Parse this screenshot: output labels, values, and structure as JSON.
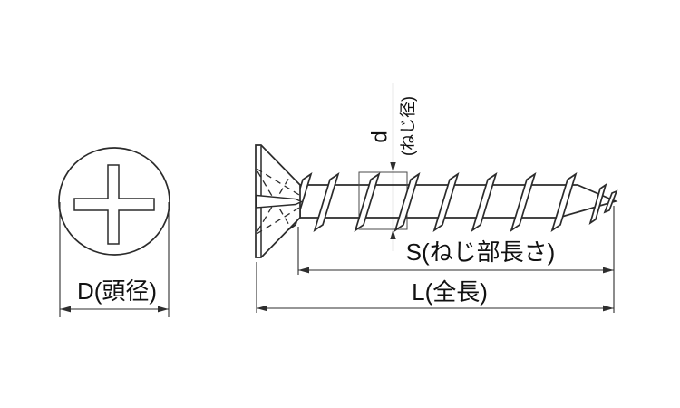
{
  "colors": {
    "line": "#2b2b2b",
    "text": "#111111",
    "background": "#ffffff"
  },
  "front_view": {
    "head_diameter_label": "D(頭径)"
  },
  "side_view": {
    "thread_diameter_symbol": "d",
    "thread_diameter_name": "(ねじ径)",
    "thread_length_label": "S(ねじ部長さ)",
    "total_length_label": "L(全長)"
  }
}
